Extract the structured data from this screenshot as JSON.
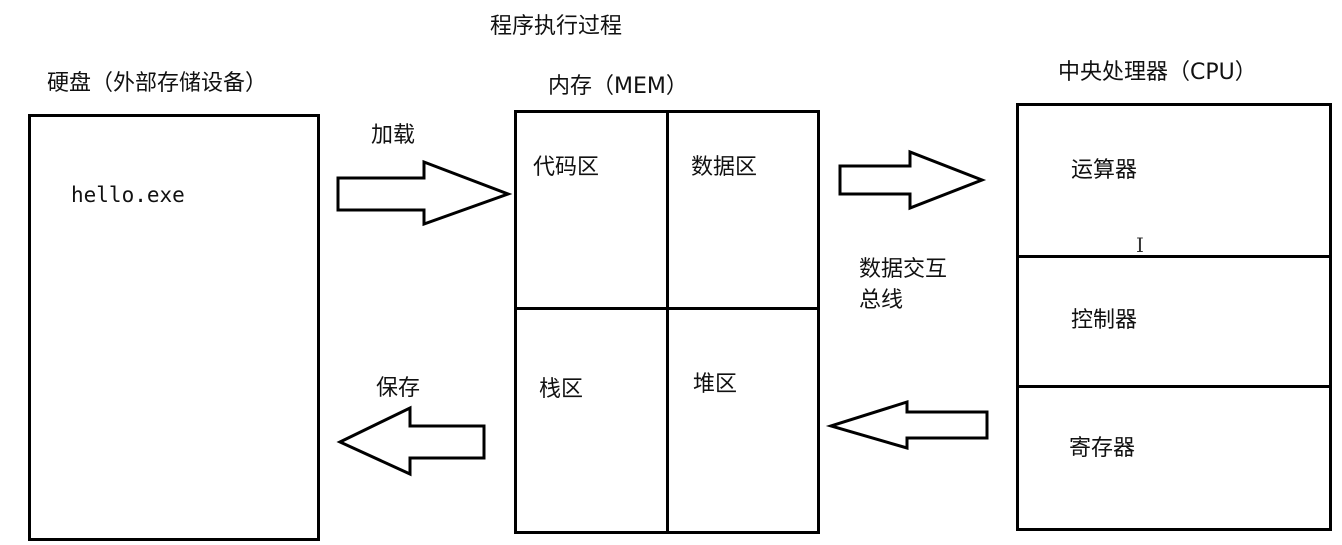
{
  "title": "程序执行过程",
  "disk": {
    "label": "硬盘（外部存储设备）",
    "file": "hello.exe"
  },
  "memory": {
    "label": "内存（MEM）",
    "cells": [
      "代码区",
      "数据区",
      "栈区",
      "堆区"
    ]
  },
  "cpu": {
    "label": "中央处理器（CPU）",
    "units": [
      "运算器",
      "控制器",
      "寄存器"
    ]
  },
  "arrows": {
    "load": "加载",
    "save": "保存",
    "bus_line1": "数据交互",
    "bus_line2": "总线"
  },
  "colors": {
    "stroke": "#000000",
    "fill": "#ffffff",
    "text": "#111111"
  }
}
